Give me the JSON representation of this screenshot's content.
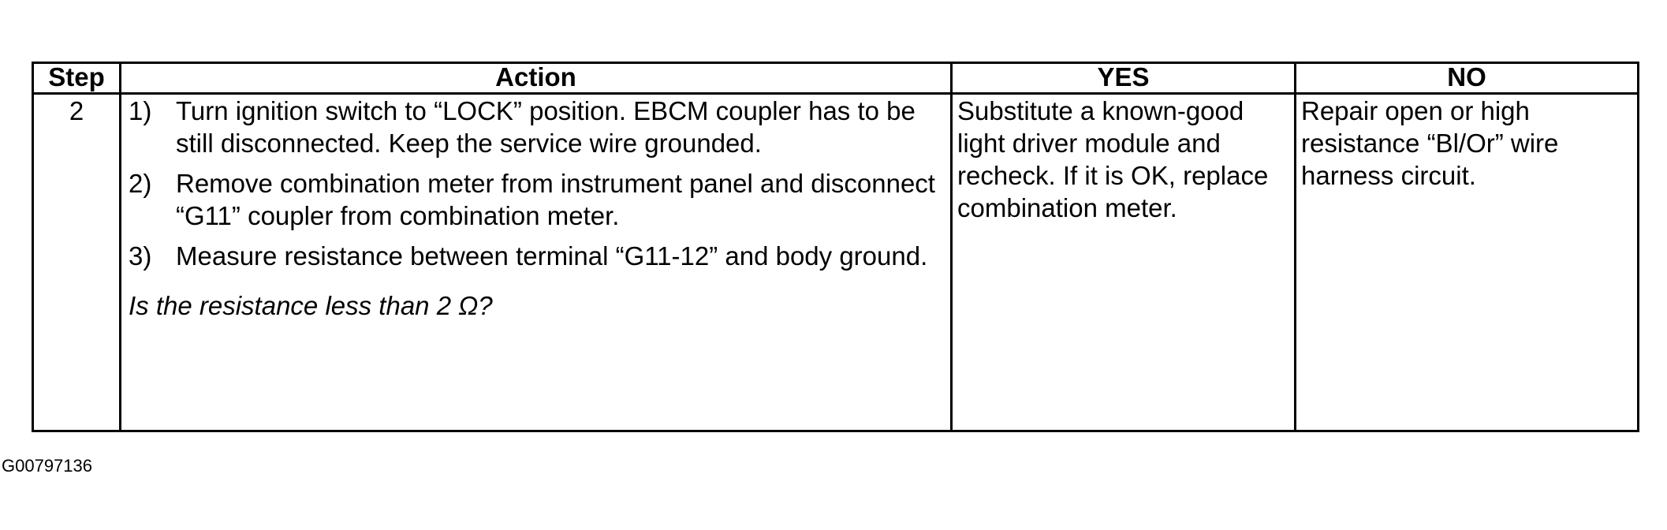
{
  "table": {
    "headers": {
      "step": "Step",
      "action": "Action",
      "yes": "YES",
      "no": "NO"
    },
    "row": {
      "step": "2",
      "action_steps": [
        {
          "number": "1)",
          "text": "Turn ignition switch to “LOCK” position. EBCM coupler has to be still disconnected. Keep the service wire grounded."
        },
        {
          "number": "2)",
          "text": "Remove combination meter from instrument panel and disconnect “G11” coupler from combination meter."
        },
        {
          "number": "3)",
          "text": "Measure resistance between terminal “G11-12” and body ground."
        }
      ],
      "question": "Is the resistance less than 2 Ω?",
      "yes": "Substitute a known-good light driver module and recheck. If it is OK, replace combination meter.",
      "no": "Repair open or high resistance “Bl/Or” wire harness circuit."
    }
  },
  "figure_id": "G00797136"
}
